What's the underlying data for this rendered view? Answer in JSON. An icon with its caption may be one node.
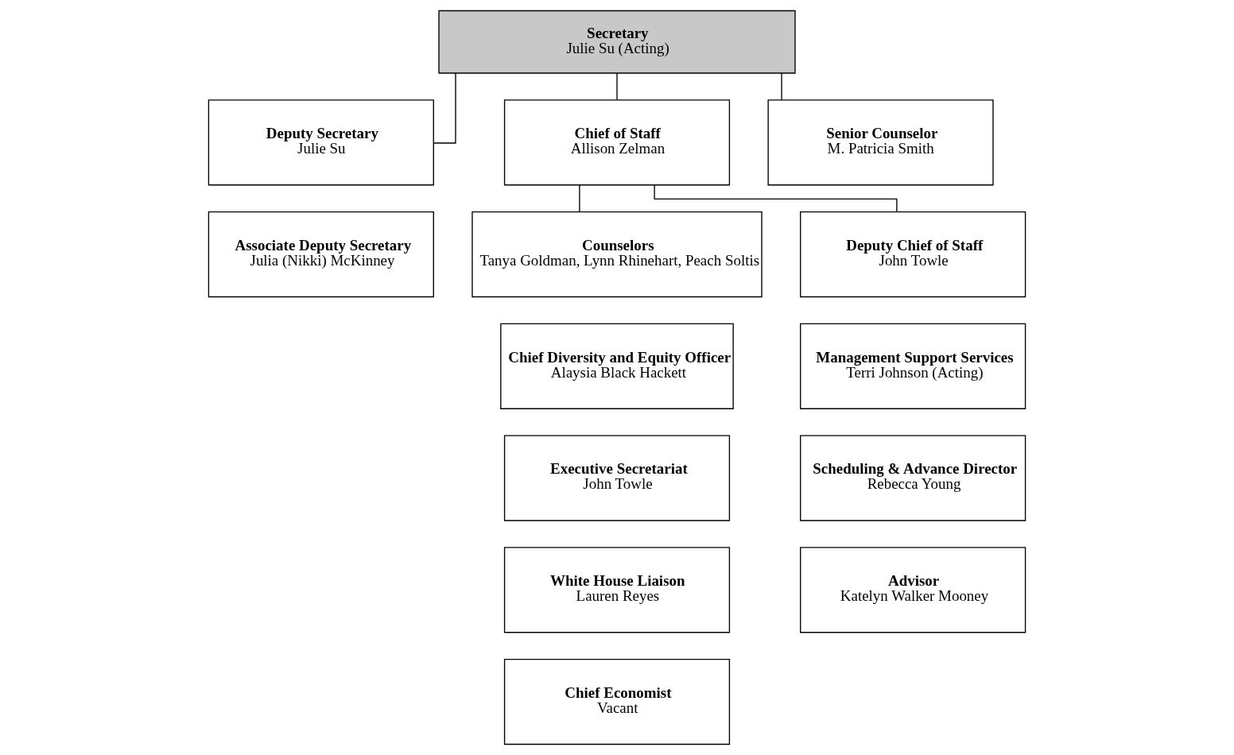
{
  "diagram": {
    "nodes": [
      {
        "text": [
          "Secretary",
          "Julie Su (Acting)"
        ]
      },
      {
        "text": [
          "Deputy Secretary",
          "Julie Su"
        ]
      },
      {
        "text": [
          "Chief of Staff",
          "Allison Zelman"
        ]
      },
      {
        "text": [
          "Senior Counselor",
          "M. Patricia Smith"
        ]
      },
      {
        "text": [
          "Associate Deputy Secretary",
          "Julia (Nikki) McKinney"
        ]
      },
      {
        "text": [
          "Counselors",
          "Tanya Goldman, Lynn Rhinehart, Peach Soltis"
        ]
      },
      {
        "text": [
          "Deputy Chief of Staff",
          "John Towle"
        ]
      },
      {
        "text": [
          "Chief Diversity and Equity Officer",
          "Alaysia Black Hackett"
        ]
      },
      {
        "text": [
          "Management Support Services",
          "Terri Johnson (Acting)"
        ]
      },
      {
        "text": [
          "Executive Secretariat",
          "John Towle"
        ]
      },
      {
        "text": [
          "Scheduling & Advance Director",
          "Rebecca Young"
        ]
      },
      {
        "text": [
          "White House Liaison",
          "Lauren Reyes"
        ]
      },
      {
        "text": [
          "Advisor",
          "Katelyn Walker Mooney"
        ]
      },
      {
        "text": [
          "Chief Economist",
          "Vacant"
        ]
      }
    ],
    "edges": [
      {
        "from": 0,
        "to": 1,
        "arrow": "none"
      },
      {
        "from": 0,
        "to": 2,
        "arrow": "none"
      },
      {
        "from": 0,
        "to": 3,
        "arrow": "none"
      },
      {
        "from": 2,
        "to": 5,
        "arrow": "none"
      },
      {
        "from": 2,
        "to": 6,
        "arrow": "none"
      }
    ]
  }
}
